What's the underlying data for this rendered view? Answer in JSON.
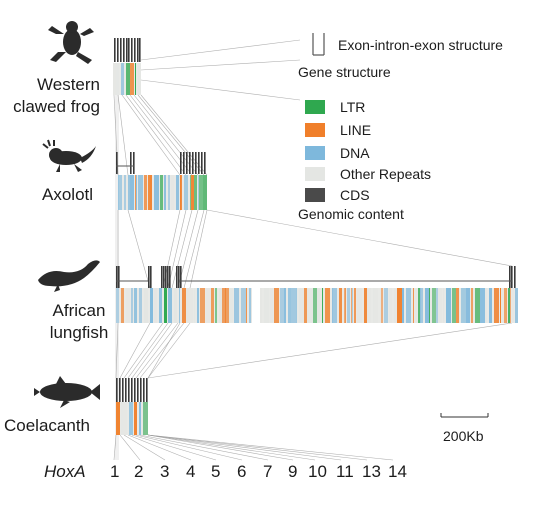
{
  "species": [
    {
      "name": "Western",
      "name2": "clawed frog"
    },
    {
      "name": "Axolotl",
      "name2": ""
    },
    {
      "name": "African",
      "name2": "lungfish"
    },
    {
      "name": "Coelacanth",
      "name2": ""
    }
  ],
  "legend": {
    "gene_structure": {
      "item": "Exon-intron-exon structure",
      "title": "Gene structure"
    },
    "items": [
      {
        "label": "LTR",
        "color": "#2fa84f"
      },
      {
        "label": "LINE",
        "color": "#f07f2a"
      },
      {
        "label": "DNA",
        "color": "#7eb8dc"
      },
      {
        "label": "Other Repeats",
        "color": "#e4e6e3"
      },
      {
        "label": "CDS",
        "color": "#4a4a4a"
      }
    ],
    "title": "Genomic content"
  },
  "scale_bar": {
    "label": "200Kb"
  },
  "hox_axis": {
    "label": "HoxA",
    "genes": [
      "1",
      "2",
      "3",
      "4",
      "5",
      "6",
      "7",
      "9",
      "10",
      "11",
      "13",
      "14"
    ]
  },
  "colors": {
    "ltr": "#2fa84f",
    "line": "#f07f2a",
    "dna": "#7eb8dc",
    "other": "#e4e6e3",
    "cds": "#3a3a3a",
    "link": "#9a9a9a"
  }
}
